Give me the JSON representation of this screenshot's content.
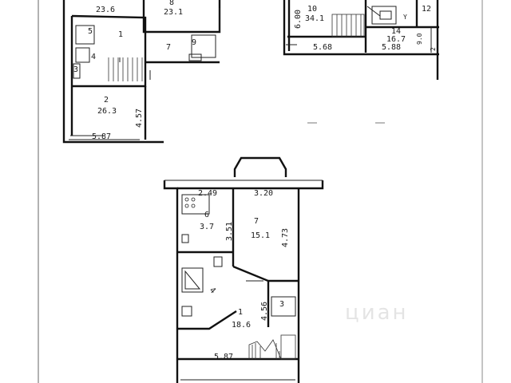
{
  "plan_a": {
    "labels": [
      "23.6",
      "1",
      "5",
      "4",
      "3",
      "2",
      "26.3",
      "4.57",
      "5.87"
    ],
    "right": [
      "8",
      "23.1",
      "7",
      "9"
    ]
  },
  "plan_b": {
    "labels": [
      "6.00",
      "10",
      "34.1",
      "14",
      "16.7",
      "9.0",
      "5.68",
      "5.88",
      "12",
      "2"
    ]
  },
  "plan_c": {
    "labels": [
      "2.49",
      "3.20",
      "6",
      "3.7",
      "3.51",
      "7",
      "15.1",
      "4.73",
      "4",
      "1",
      "18.6",
      "4.56",
      "3",
      "5.87"
    ]
  },
  "watermark": "циан"
}
